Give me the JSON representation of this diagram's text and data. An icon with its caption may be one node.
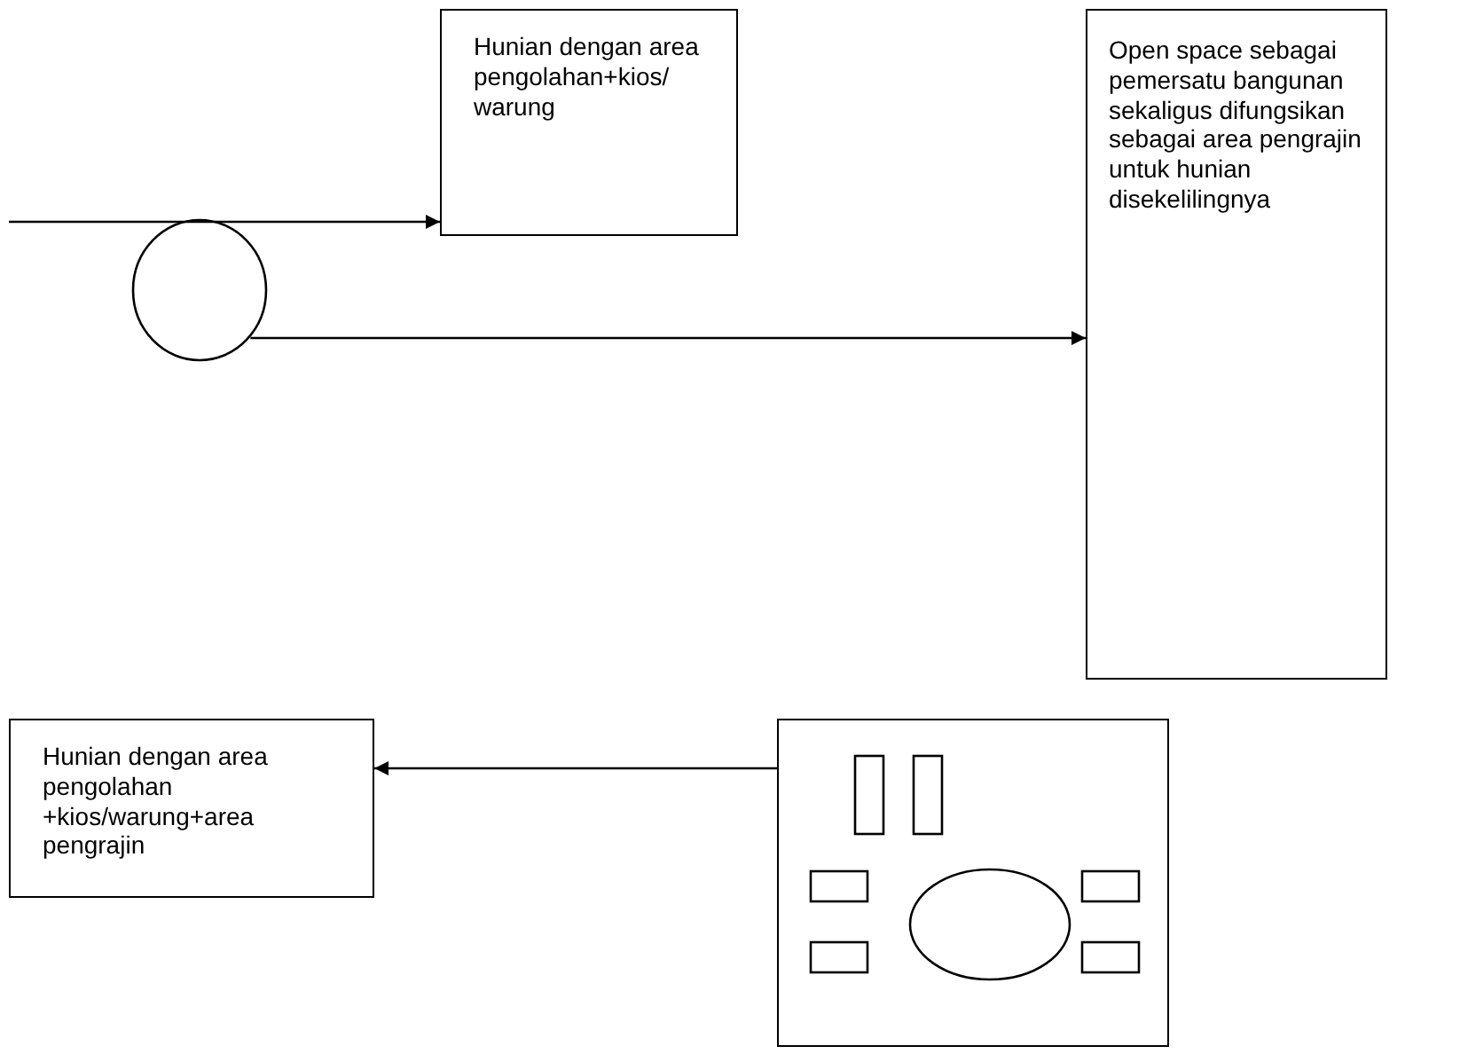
{
  "diagram": {
    "nodes": [
      {
        "text": [
          "Hunian dengan area pengolahan+kios/ warung"
        ]
      },
      {
        "text": [
          "Open space sebagai pemersatu bangunan sekaligus difungsikan sebagai area pengrajin untuk hunian disekelilingnya"
        ]
      },
      {
        "text": [],
        "shape": "circle"
      },
      {
        "text": [
          "Hunian dengan area pengolahan +kios/warung+area pengrajin"
        ]
      },
      {
        "text": [],
        "shape": "picture"
      }
    ],
    "edges": [
      {
        "from": null,
        "to": 0,
        "arrow": "to"
      },
      {
        "from": 2,
        "to": 1,
        "arrow": "to"
      },
      {
        "from": 4,
        "to": 3,
        "arrow": "to"
      }
    ]
  }
}
